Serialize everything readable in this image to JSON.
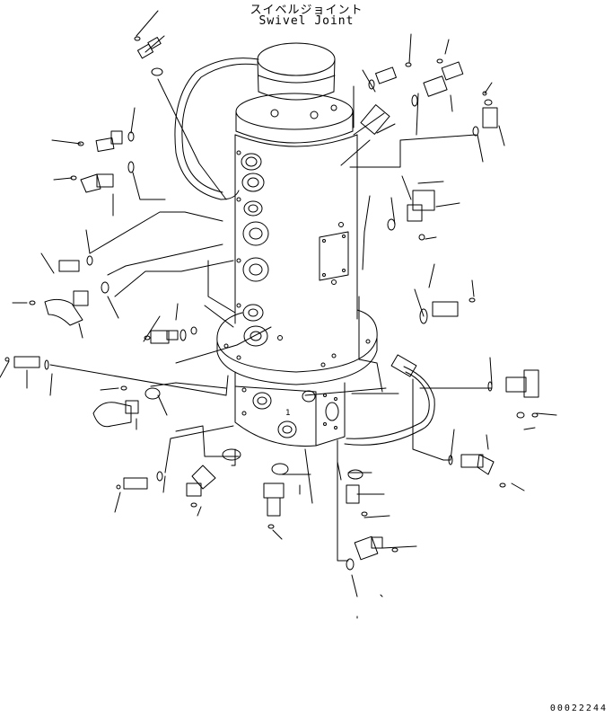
{
  "title": {
    "japanese": "スイベルジョイント",
    "english": "Swivel Joint"
  },
  "drawing_number": "00022244",
  "port_label": "1",
  "colors": {
    "ink": "#000000",
    "paper": "#ffffff"
  }
}
